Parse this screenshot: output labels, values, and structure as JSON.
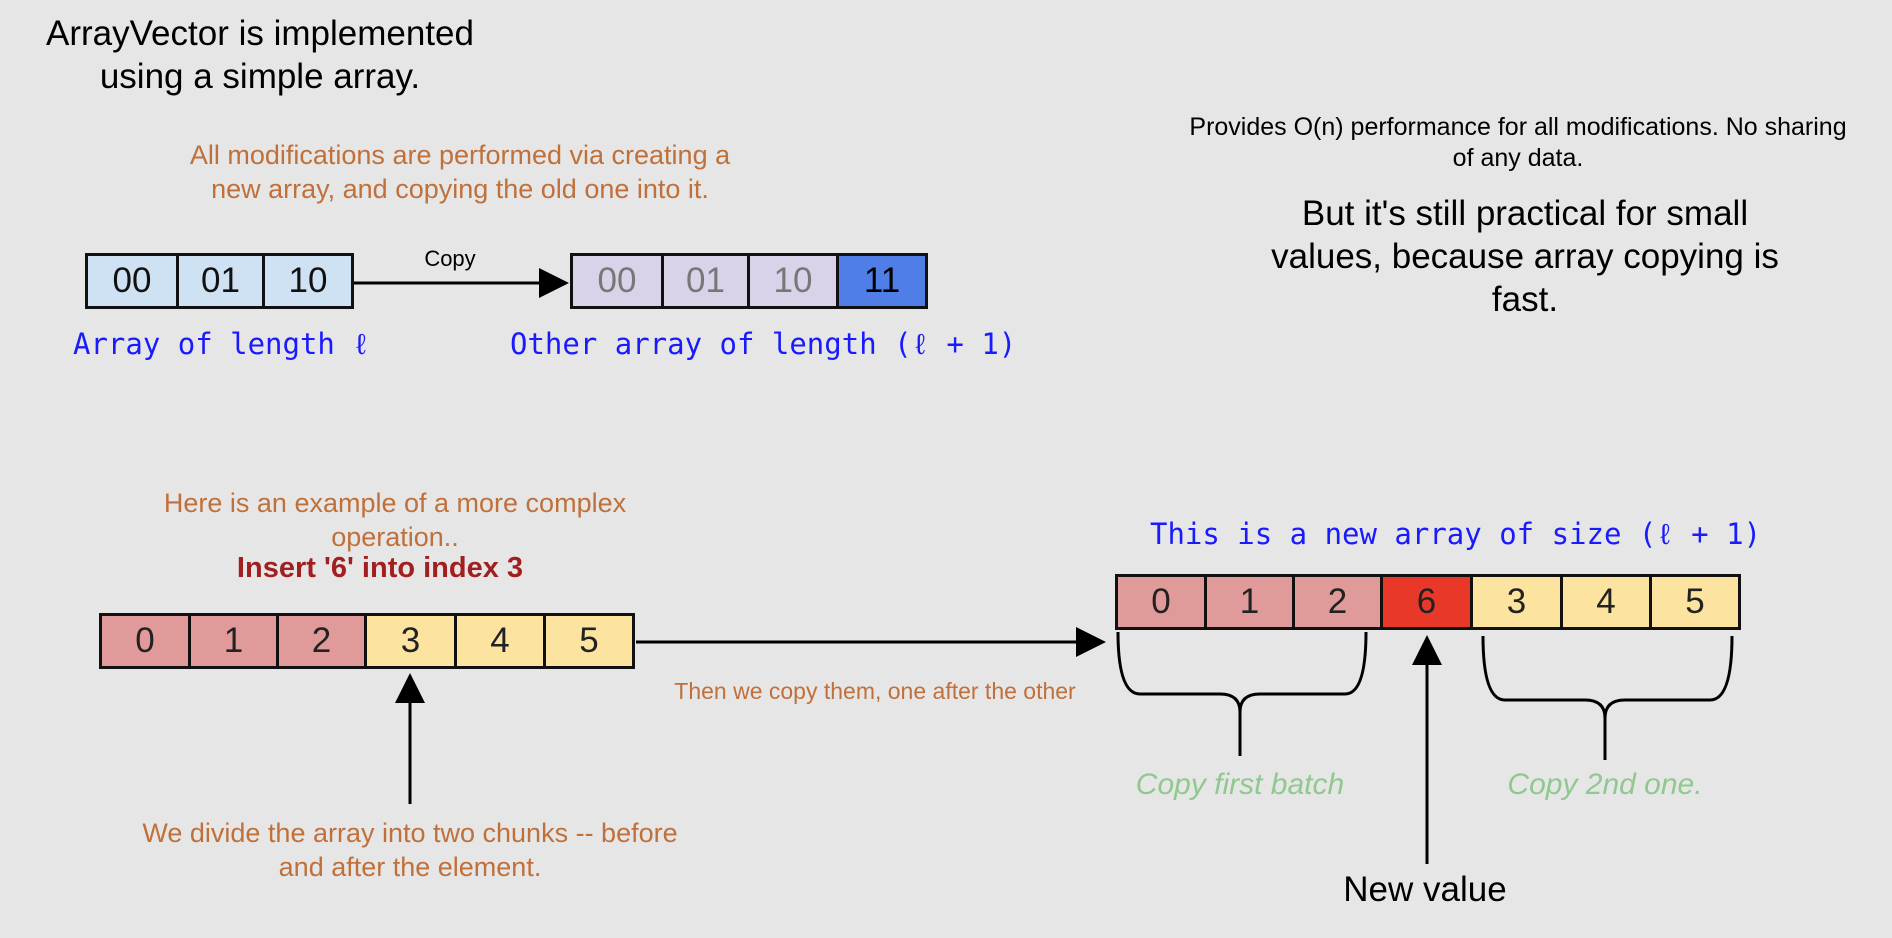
{
  "title": {
    "line1": "ArrayVector is implemented",
    "line2": "using a simple array."
  },
  "top_section": {
    "note": {
      "line1": "All modifications are performed via creating a",
      "line2": "new array, and copying the old one into it."
    },
    "copy_label": "Copy",
    "array_a": [
      "00",
      "01",
      "10"
    ],
    "array_a_label": "Array of length ℓ",
    "array_b": [
      "00",
      "01",
      "10",
      "11"
    ],
    "array_b_label": "Other array of length (ℓ + 1)"
  },
  "right_notes": {
    "performance": {
      "line1": "Provides O(n) performance for all modifications. No sharing",
      "line2": "of any data."
    },
    "practical": {
      "line1": "But it's still practical for small",
      "line2": "values, because array copying is",
      "line3": "fast."
    }
  },
  "bottom_section": {
    "example": {
      "line1": "Here is an example of a more complex",
      "line2": "operation.."
    },
    "insert_label": "Insert '6' into index 3",
    "source_array": [
      "0",
      "1",
      "2",
      "3",
      "4",
      "5"
    ],
    "then_label": "Then we copy them, one after the other",
    "divide": {
      "line1": "We divide the array into two chunks -- before",
      "line2": "and after the element."
    },
    "new_array_label": "This is a new array of size (ℓ + 1)",
    "new_array": [
      "0",
      "1",
      "2",
      "6",
      "3",
      "4",
      "5"
    ],
    "copy_first_label": "Copy first batch",
    "copy_second_label": "Copy 2nd one.",
    "new_value_label": "New value"
  },
  "colors": {
    "background": "#e6e6e6",
    "light_blue": "#cfe2f3",
    "lavender": "#d9d2e9",
    "blue": "#4f7fe6",
    "pink": "#e09a9a",
    "yellow": "#fce4a0",
    "red": "#e8382a",
    "orange_text": "#c0703a",
    "code_blue": "#1a1aff",
    "insert_red": "#a11f1f",
    "green_text": "#8fc98f"
  }
}
